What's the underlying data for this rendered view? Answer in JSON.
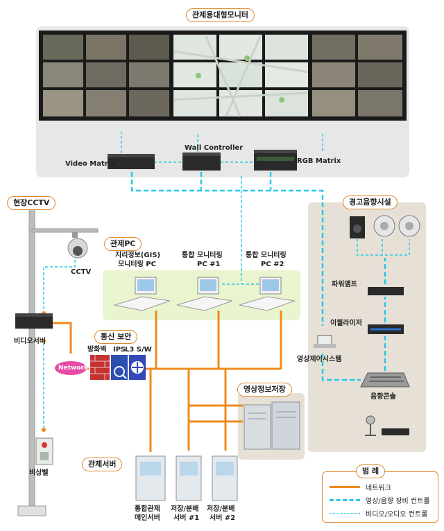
{
  "monitor_wall": {
    "title": "관제용대형모니터",
    "video_matrix": "Video Matrix",
    "wall_controller": "Wall  Controller",
    "rgb_matrix": "RGB Matrix"
  },
  "field_cctv": {
    "title": "현장CCTV",
    "cctv": "CCTV",
    "video_server": "비디오서버",
    "emergency_bell": "비상벨"
  },
  "control_pc": {
    "title": "관제PC",
    "gis_pc": [
      "지리정보(GIS)",
      "모니터링 PC"
    ],
    "pc1": [
      "통합 모니터링",
      "PC #1"
    ],
    "pc2": [
      "통합 모니터링",
      "PC #2"
    ]
  },
  "security": {
    "title": "통신  보안",
    "firewall": "방화벽",
    "ips": "IPS",
    "l3sw": "L3 S/W",
    "network": "Network"
  },
  "video_storage": {
    "title": "영상정보저장"
  },
  "control_server": {
    "title": "관제서버",
    "main": [
      "통합관제",
      "메인서버"
    ],
    "storage1": [
      "저장/분배",
      "서버 #1"
    ],
    "storage2": [
      "저장/분배",
      "서버 #2"
    ]
  },
  "audio": {
    "title": "경고음향시설",
    "power_amp": "파워앰프",
    "equalizer": "이퀄라이저",
    "video_control": "영상제어시스템",
    "mixer": "음향콘솔"
  },
  "legend": {
    "title": "범 례",
    "items": [
      "네트워크",
      "영상/음향 장비 컨트롤",
      "비디오/오디오 컨트롤"
    ],
    "colors": [
      "#f08a1c",
      "#27c8e8",
      "#27c8e8"
    ]
  }
}
